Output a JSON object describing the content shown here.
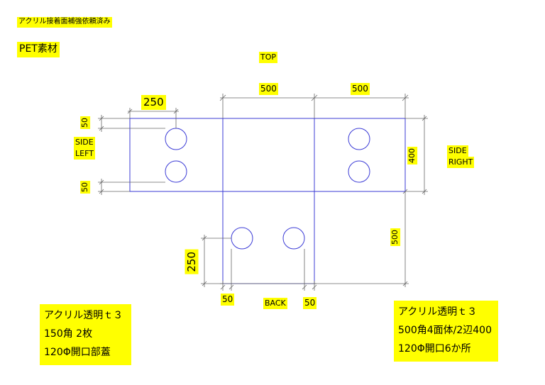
{
  "notes": {
    "reinforce": "アクリル接着面補強依頼済み",
    "material": "PET素材"
  },
  "labels": {
    "top": "TOP",
    "side_left_1": "SIDE",
    "side_left_2": "LEFT",
    "side_right_1": "SIDE",
    "side_right_2": "RIGHT",
    "back": "BACK"
  },
  "dims": {
    "top_500_a": "500",
    "top_500_b": "500",
    "w_250": "250",
    "left_50_top": "50",
    "left_50_bottom": "50",
    "right_400": "400",
    "back_500": "500",
    "back_250": "250",
    "bottom_50_left": "50",
    "bottom_50_right": "50"
  },
  "spec_left": {
    "line1": "アクリル透明ｔ３",
    "line2": "150角 2枚",
    "line3": "120Φ開口部蓋"
  },
  "spec_right": {
    "line1": "アクリル透明ｔ３",
    "line2": "500角4面体/2辺400",
    "line3": "120Φ開口6か所"
  },
  "colors": {
    "outline": "#3b3bd6",
    "dimension": "#555555",
    "highlight": "#ffff00"
  }
}
